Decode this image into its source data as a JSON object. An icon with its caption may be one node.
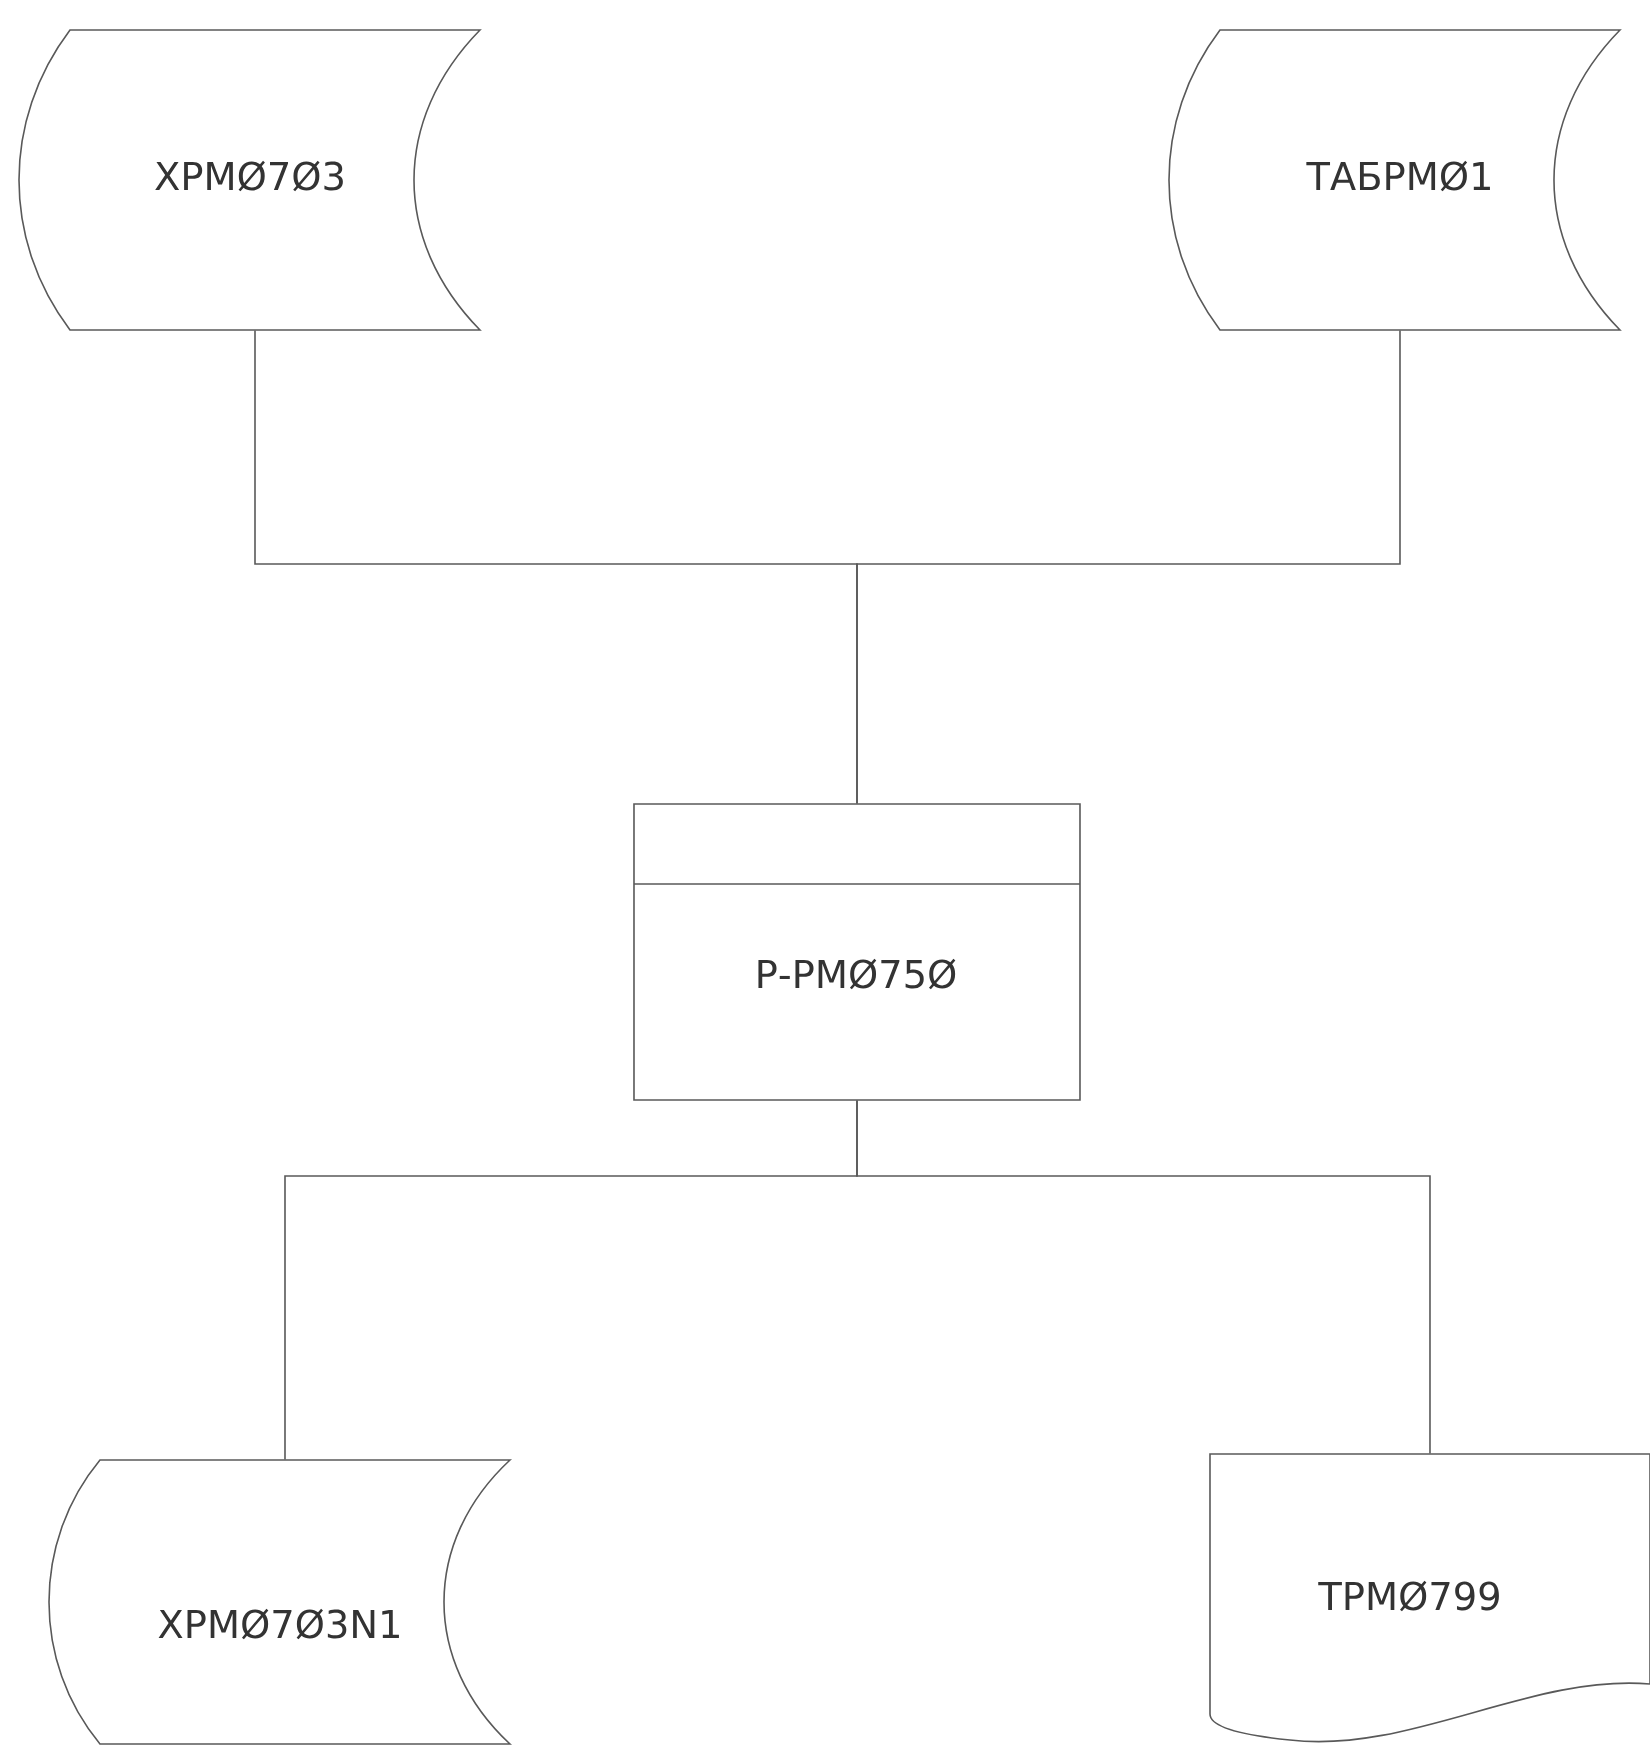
{
  "diagram": {
    "nodes": [
      {
        "text": [
          "ХРМØ7Ø3"
        ]
      },
      {
        "text": [
          "ТАБРМØ1"
        ]
      },
      {
        "text": [
          "Р-РМØ75Ø"
        ]
      },
      {
        "text": [
          "ХРМØ7Ø3N1"
        ]
      },
      {
        "text": [
          "ТРМØ799"
        ]
      }
    ],
    "edges": [
      {
        "from": 0,
        "to": 2,
        "arrow": "none"
      },
      {
        "from": 1,
        "to": 2,
        "arrow": "none"
      },
      {
        "from": 2,
        "to": 3,
        "arrow": "none"
      },
      {
        "from": 2,
        "to": 4,
        "arrow": "none"
      }
    ]
  }
}
